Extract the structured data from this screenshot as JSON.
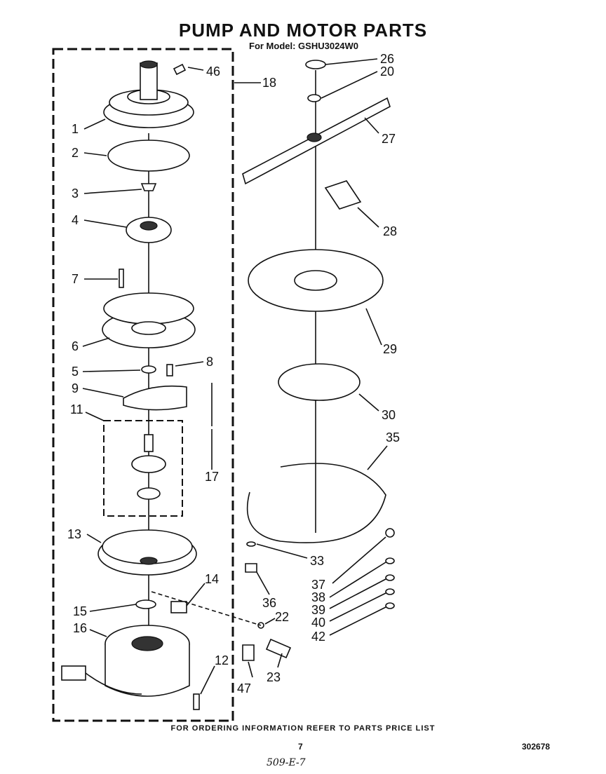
{
  "title": "PUMP AND MOTOR PARTS",
  "subtitle": "For Model: GSHU3024W0",
  "footer_note": "FOR ORDERING INFORMATION REFER TO PARTS PRICE LIST",
  "page_number": "7",
  "document_number": "302678",
  "handwritten_note": "509-E-7",
  "callouts": [
    "1",
    "2",
    "3",
    "4",
    "5",
    "6",
    "7",
    "8",
    "9",
    "11",
    "12",
    "13",
    "14",
    "15",
    "16",
    "17",
    "18",
    "20",
    "22",
    "23",
    "26",
    "27",
    "28",
    "29",
    "30",
    "33",
    "35",
    "36",
    "37",
    "38",
    "39",
    "40",
    "42",
    "46",
    "47"
  ]
}
